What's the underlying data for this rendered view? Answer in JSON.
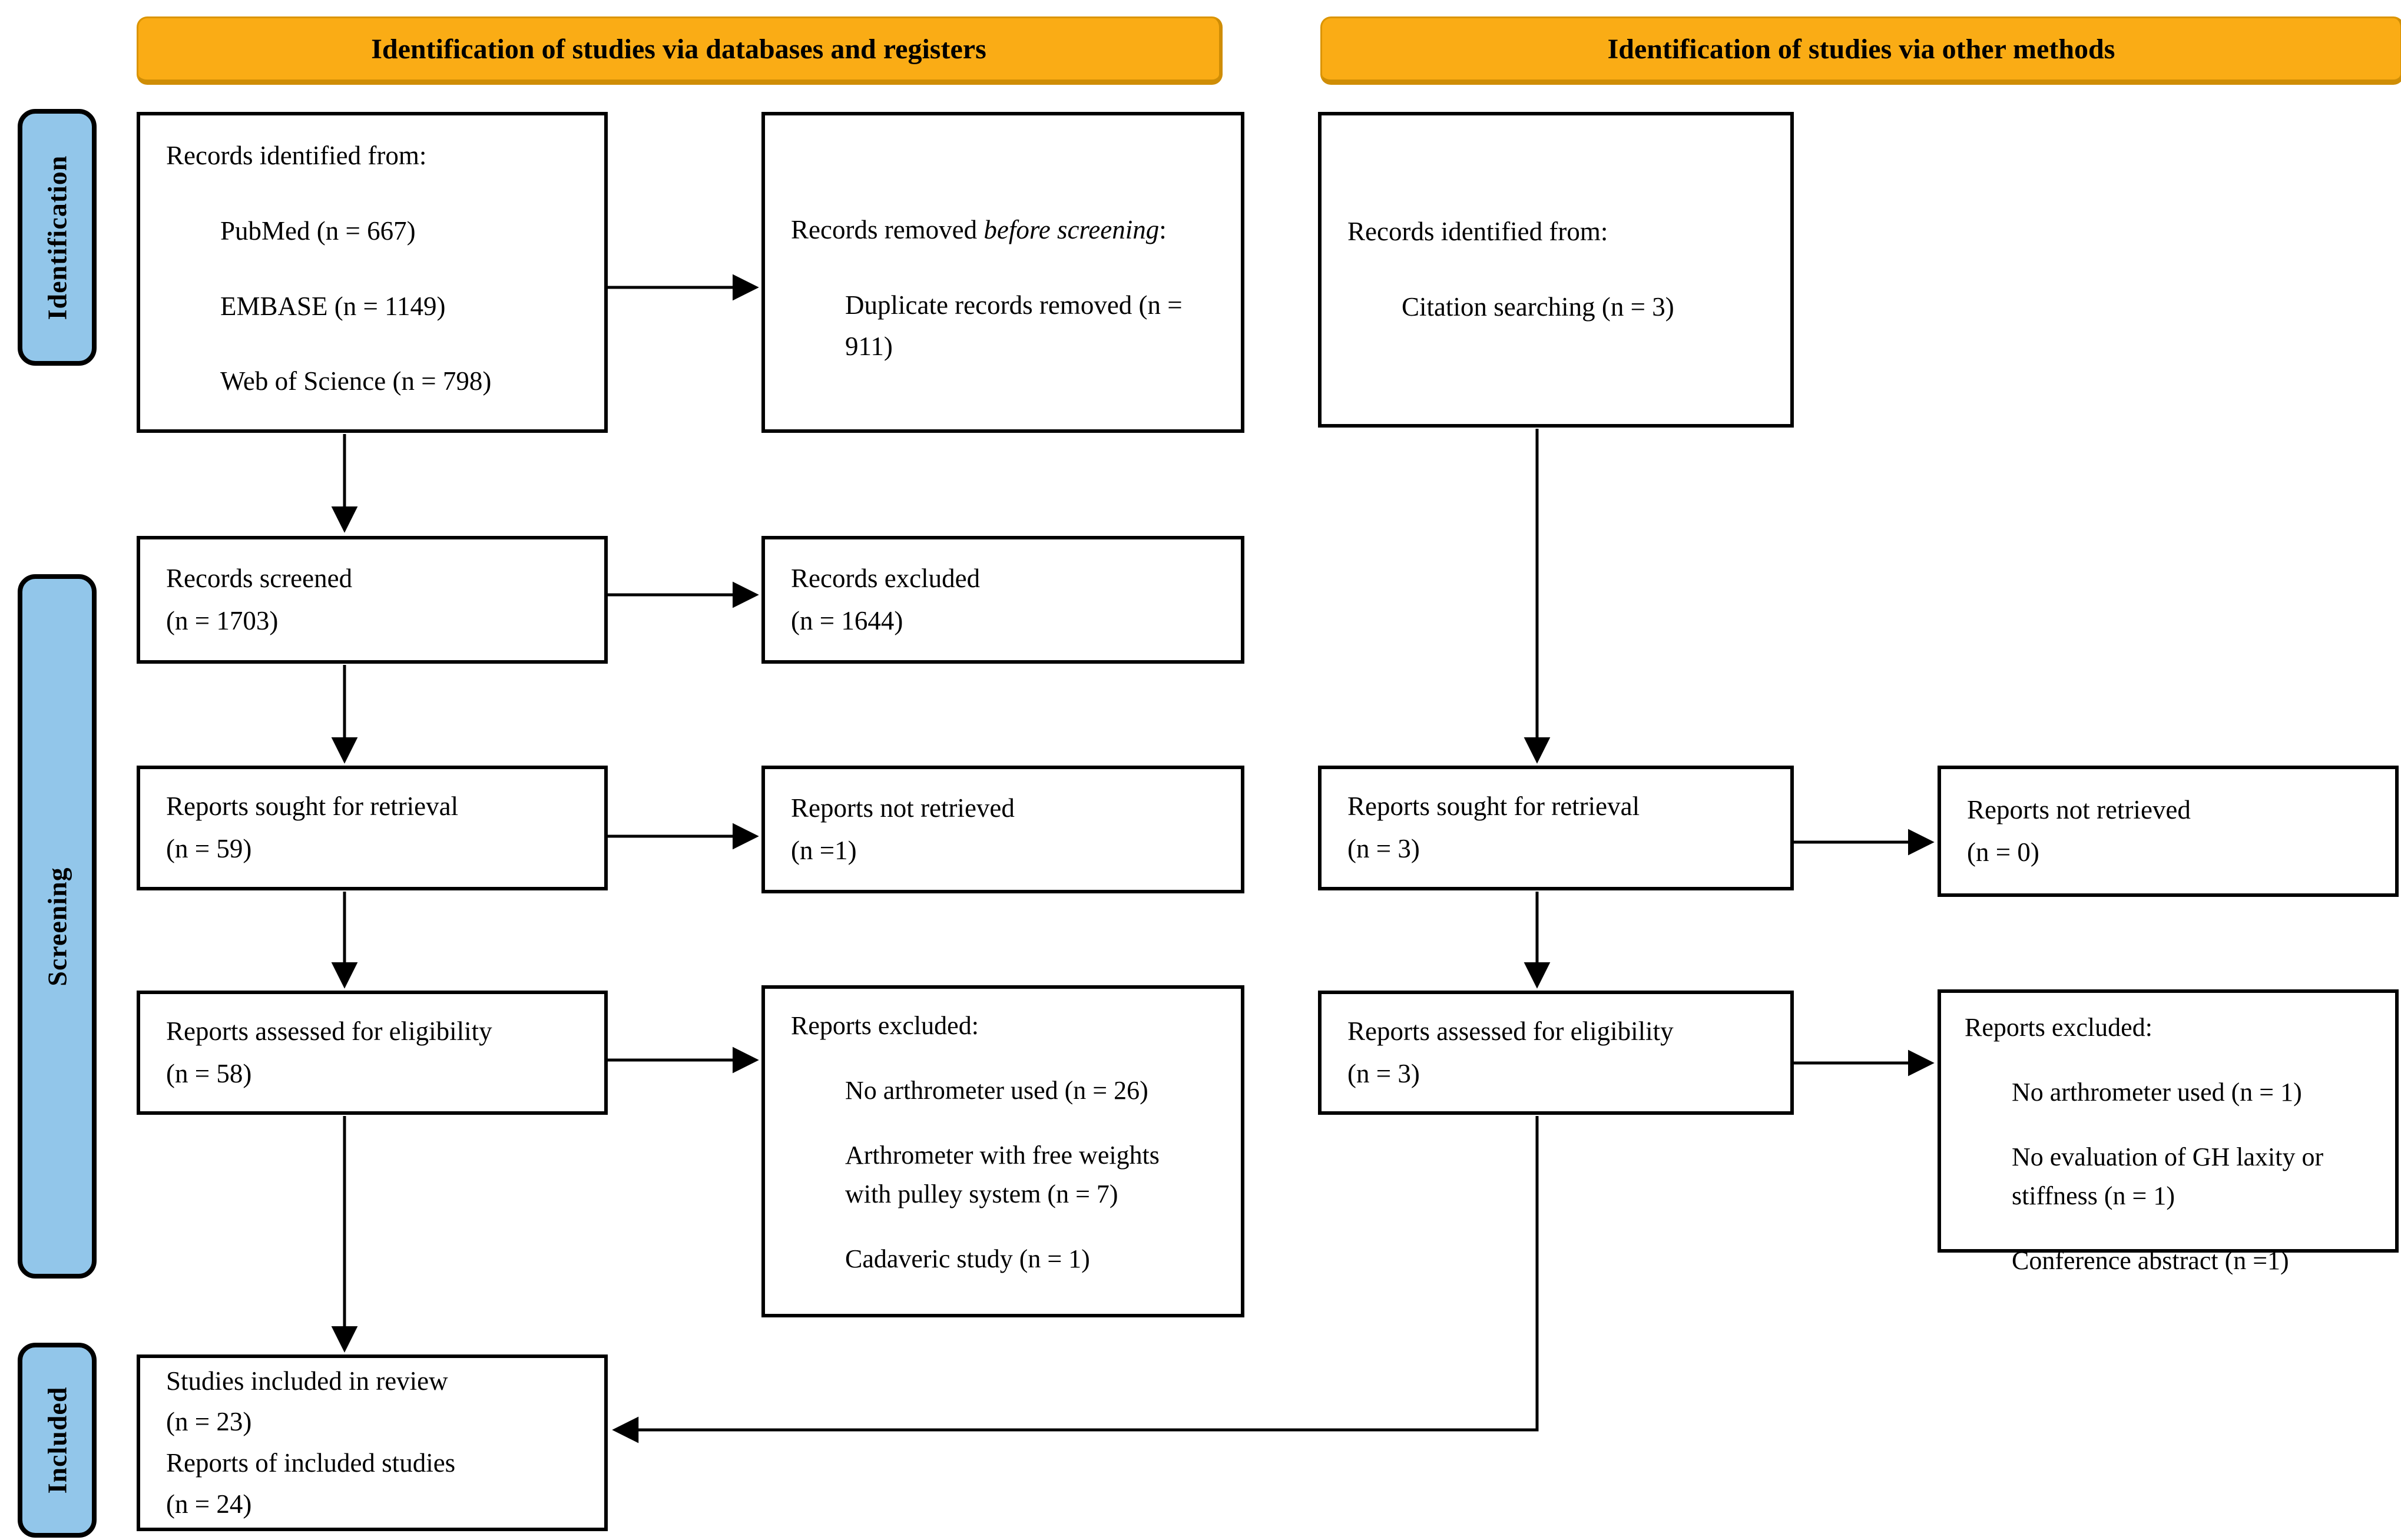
{
  "banners": {
    "left": "Identification of studies via databases and registers",
    "right": "Identification of studies via other methods"
  },
  "sidebar": {
    "identification": "Identification",
    "screening": "Screening",
    "included": "Included"
  },
  "colors": {
    "banner_fill": "#FAAC15",
    "banner_border": "#DB9400",
    "sidebar_fill": "#92C6EA",
    "line": "#000000"
  },
  "boxes": {
    "records_identified_db": {
      "title": "Records identified from:",
      "items": [
        "PubMed (n = 667)",
        "EMBASE (n = 1149)",
        "Web of Science (n = 798)"
      ]
    },
    "records_removed": {
      "title_pre": "Records removed ",
      "title_em": "before screening",
      "title_post": ":",
      "items": [
        "Duplicate records removed (n = 911)"
      ]
    },
    "records_screened": {
      "title": "Records screened",
      "n": "(n = 1703)"
    },
    "records_excluded": {
      "title": "Records excluded",
      "n": "(n = 1644)"
    },
    "reports_sought_db": {
      "title": "Reports sought for retrieval",
      "n": "(n = 59)"
    },
    "reports_not_retrieved_db": {
      "title": "Reports not retrieved",
      "n": "(n =1)"
    },
    "reports_assessed_db": {
      "title": "Reports assessed for eligibility",
      "n": "(n = 58)"
    },
    "reports_excluded_db": {
      "title": "Reports excluded:",
      "items": [
        "No arthrometer used (n = 26)",
        "Arthrometer with free weights with pulley system (n = 7)",
        "Cadaveric study (n = 1)"
      ]
    },
    "studies_included": {
      "lines": [
        "Studies included in review",
        "(n = 23)",
        "Reports of included studies",
        "(n = 24)"
      ]
    },
    "records_identified_other": {
      "title": "Records identified from:",
      "items": [
        "Citation searching (n = 3)"
      ]
    },
    "reports_sought_other": {
      "title": "Reports sought for retrieval",
      "n": "(n = 3)"
    },
    "reports_not_retrieved_other": {
      "title": "Reports not retrieved",
      "n": "(n = 0)"
    },
    "reports_assessed_other": {
      "title": "Reports assessed for eligibility",
      "n": "(n = 3)"
    },
    "reports_excluded_other": {
      "title": "Reports excluded:",
      "items": [
        "No arthrometer used (n = 1)",
        "No evaluation of GH laxity or stiffness (n = 1)",
        "Conference abstract (n =1)"
      ]
    }
  }
}
